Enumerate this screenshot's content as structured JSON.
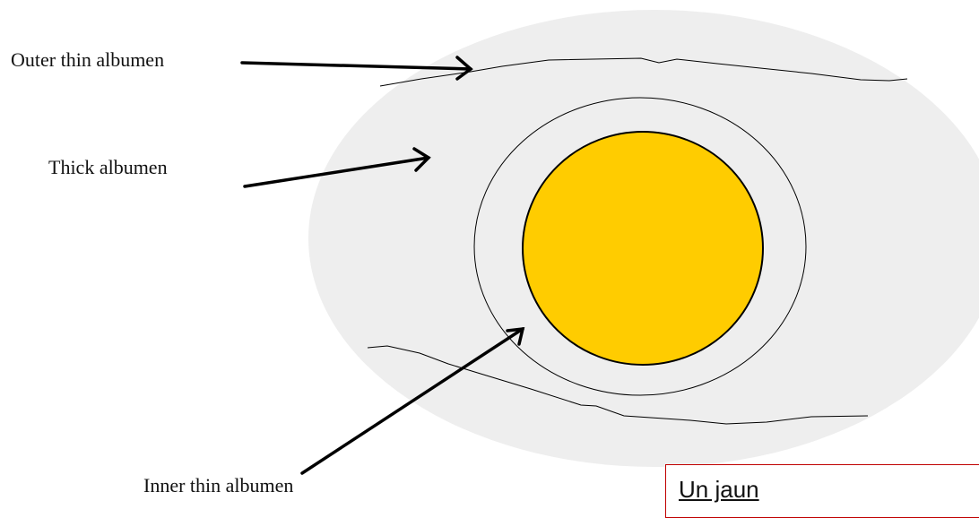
{
  "labels": {
    "outer_thin_albumen": "Outer thin albumen",
    "thick_albumen": "Thick albumen",
    "inner_thin_albumen": "Inner thin albumen"
  },
  "caption": "Un jaun",
  "colors": {
    "albumen": "#eeeeee",
    "yolk": "#ffcc00",
    "outline": "#000000",
    "caption_border": "#c00000"
  }
}
